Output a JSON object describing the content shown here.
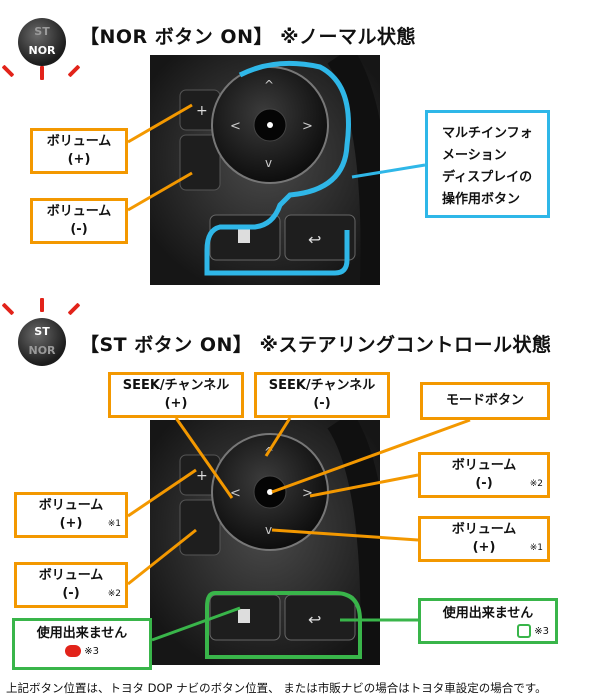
{
  "section1": {
    "badge_top": "ST",
    "badge_bottom": "NOR",
    "title": "【NOR ボタン ON】 ※ノーマル状態",
    "callout_volume_plus": {
      "line1": "ボリューム",
      "line2": "(+)"
    },
    "callout_volume_minus": {
      "line1": "ボリューム",
      "line2": "(-)"
    },
    "callout_mid": [
      "マルチインフォ",
      "メーション",
      "ディスプレイの",
      "操作用ボタン"
    ]
  },
  "section2": {
    "badge_top": "ST",
    "badge_bottom": "NOR",
    "title": "【ST ボタン ON】 ※ステアリングコントロール状態",
    "callout_seek_plus": {
      "line1": "SEEK/チャンネル",
      "line2": "(+)"
    },
    "callout_seek_minus": {
      "line1": "SEEK/チャンネル",
      "line2": "(-)"
    },
    "callout_mode": "モードボタン",
    "callout_right_volume_minus": {
      "line1": "ボリューム",
      "line2": "(-)",
      "note": "※2"
    },
    "callout_right_volume_plus": {
      "line1": "ボリューム",
      "line2": "(+)",
      "note": "※1"
    },
    "callout_left_volume_plus": {
      "line1": "ボリューム",
      "line2": "(+)",
      "note": "※1"
    },
    "callout_left_volume_minus": {
      "line1": "ボリューム",
      "line2": "(-)",
      "note": "※2"
    },
    "callout_unavailable_left": {
      "line1": "使用出来ません",
      "note": "※3"
    },
    "callout_unavailable_right": {
      "line1": "使用出来ません",
      "note": "※3"
    }
  },
  "footer": "上記ボタン位置は、トヨタ DOP ナビのボタン位置、 または市販ナビの場合はトヨタ車設定の場合です。",
  "colors": {
    "orange": "#f39800",
    "blue": "#2fb7e8",
    "green": "#39b54a",
    "red": "#e2231a"
  },
  "icons": [
    "steering-switch-photo",
    "phone-hangup-icon",
    "phone-pickup-icon",
    "back-arrow-icon",
    "display-toggle-icon"
  ]
}
